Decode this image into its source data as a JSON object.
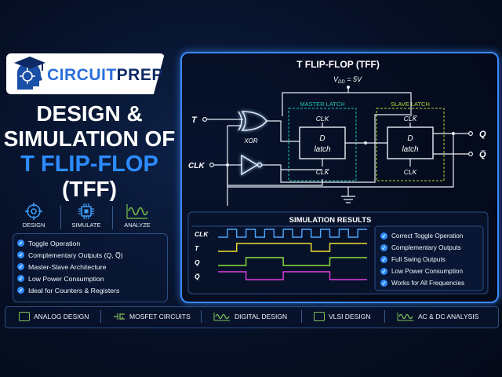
{
  "brand": {
    "part1": "CIRCUIT",
    "part2": "PREP"
  },
  "title": {
    "line1": "DESIGN &",
    "line2": "SIMULATION OF",
    "line3": "T FLIP-FLOP",
    "line4": "(TFF)"
  },
  "steps": [
    {
      "label": "DESIGN",
      "icon": "target-icon"
    },
    {
      "label": "SIMULATE",
      "icon": "chip-icon"
    },
    {
      "label": "ANALYZE",
      "icon": "waveform-icon"
    }
  ],
  "features": [
    "Toggle Operation",
    "Complementary Outputs (Q, Q̅)",
    "Master-Slave Architecture",
    "Low Power Consumption",
    "Ideal for Counters & Registers"
  ],
  "diagram": {
    "title": "T FLIP-FLOP (TFF)",
    "vdd": "V",
    "vdd_sub": "DD",
    "vdd_val": " = 5V",
    "master_label": "MASTER LATCH",
    "slave_label": "SLAVE LATCH",
    "input_t": "T",
    "input_clk": "CLK",
    "xor_label": "XOR",
    "clk": "CLK",
    "clk_bar": "CLK̅",
    "latch_d": "D",
    "latch_name": "latch",
    "out_q": "Q",
    "out_qbar": "Q̅"
  },
  "simulation": {
    "title": "SIMULATION RESULTS",
    "signals": [
      {
        "name": "CLK",
        "color": "#4aa8ff"
      },
      {
        "name": "T",
        "color": "#f0e030"
      },
      {
        "name": "Q",
        "color": "#8ee23a"
      },
      {
        "name": "Q̅",
        "color": "#e040e0"
      }
    ],
    "results": [
      "Correct Toggle Operation",
      "Complementary Outputs",
      "Full Swing Outputs",
      "Low Power Consumption",
      "Works for All Frequencies"
    ]
  },
  "bottom_bar": [
    {
      "label": "ANALOG DESIGN",
      "icon": "chip-icon"
    },
    {
      "label": "MOSFET CIRCUITS",
      "icon": "mosfet-icon"
    },
    {
      "label": "DIGITAL DESIGN",
      "icon": "waveform-icon"
    },
    {
      "label": "VLSI DESIGN",
      "icon": "chip-icon"
    },
    {
      "label": "AC & DC ANALYSIS",
      "icon": "waveform-icon"
    }
  ],
  "colors": {
    "accent": "#2c8cff",
    "master_border": "#19c8b8",
    "slave_border": "#b8d83a",
    "wire": "#e9eef6"
  }
}
